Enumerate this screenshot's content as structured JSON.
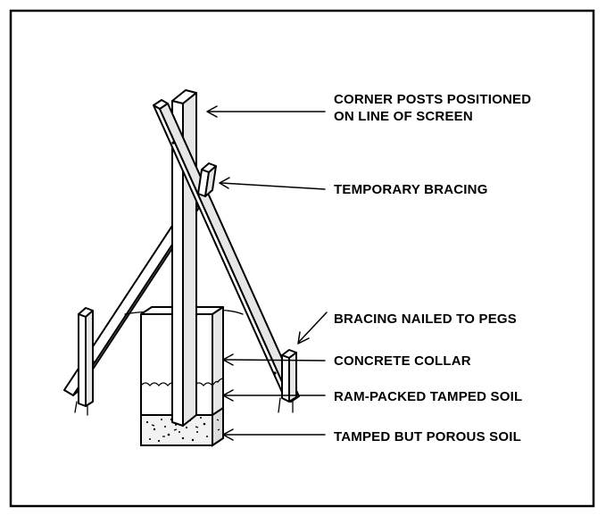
{
  "labels": {
    "corner_posts_line1": "CORNER POSTS POSITIONED",
    "corner_posts_line2": "ON LINE OF SCREEN",
    "temporary_bracing": "TEMPORARY BRACING",
    "bracing_nailed": "BRACING NAILED TO PEGS",
    "concrete_collar": "CONCRETE COLLAR",
    "ram_packed": "RAM-PACKED TAMPED SOIL",
    "tamped_porous": "TAMPED BUT POROUS SOIL"
  },
  "colors": {
    "ink": "#000000",
    "background": "#ffffff",
    "soil_shade": "#e6e6e6"
  }
}
